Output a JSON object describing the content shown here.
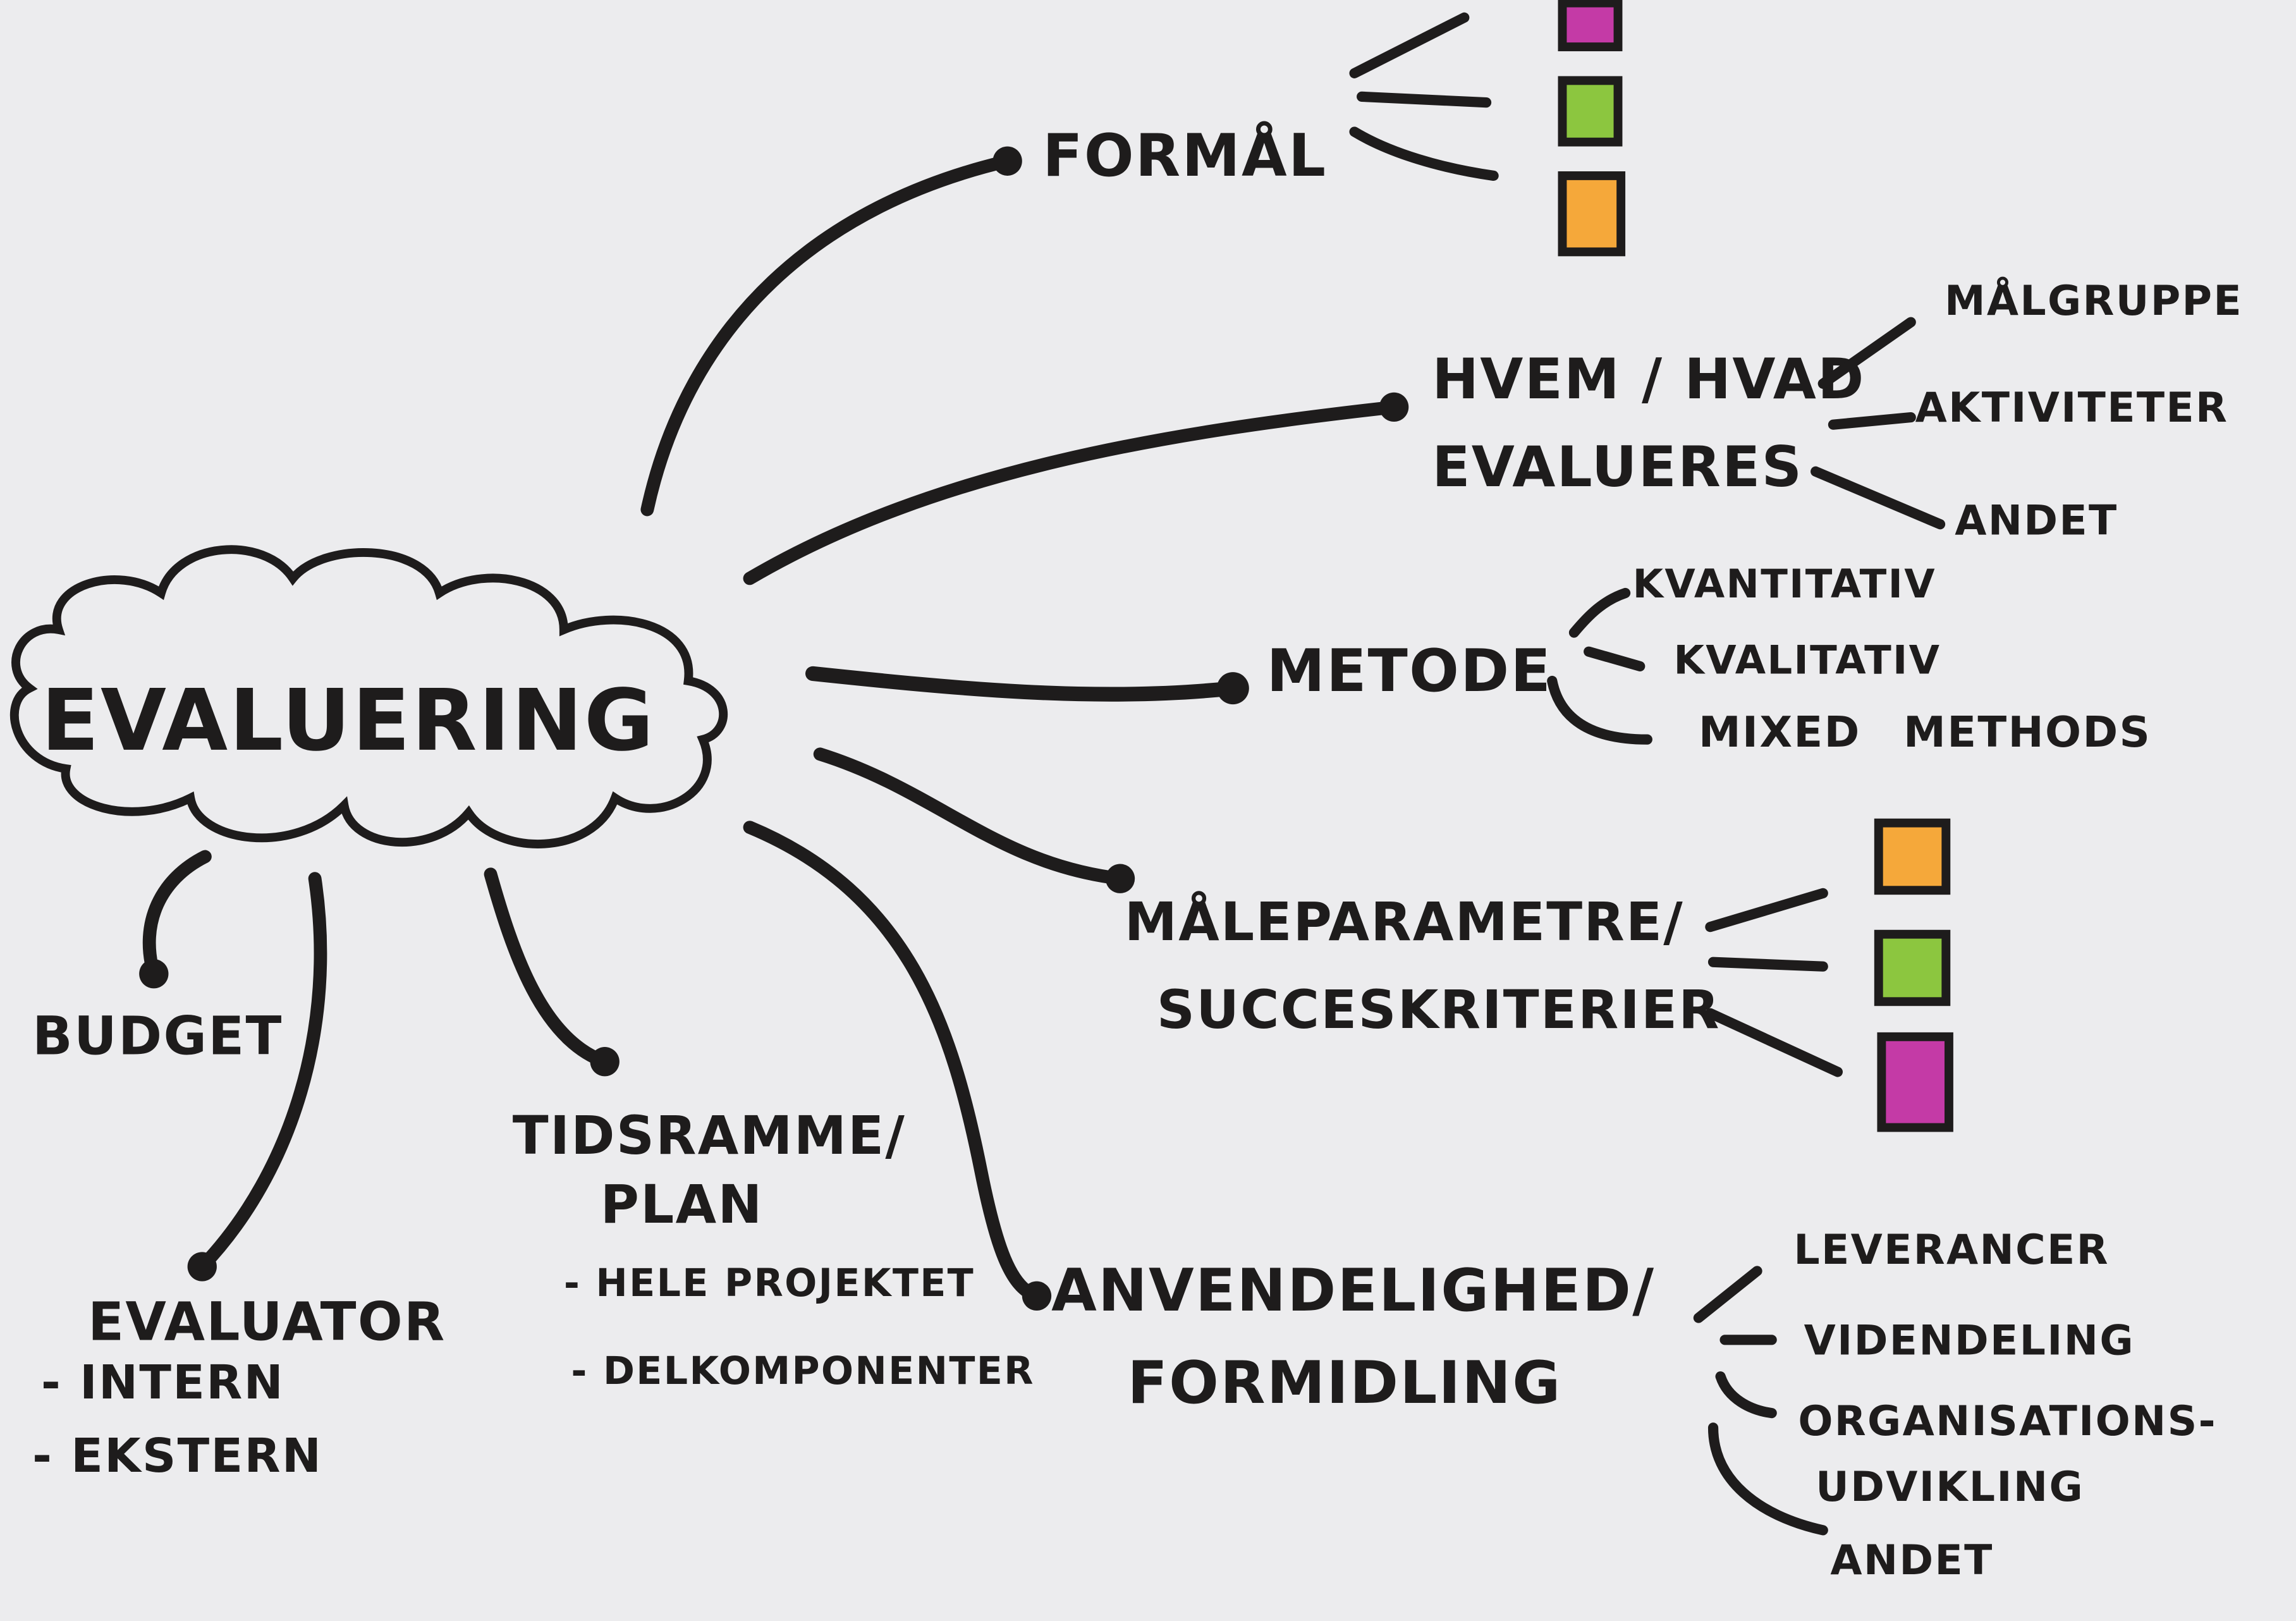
{
  "center": {
    "label": "EVALUERING"
  },
  "branches": {
    "formal": {
      "label": "FORMÅL",
      "squares": [
        "#c43aa6",
        "#8cc63f",
        "#f5a83a"
      ]
    },
    "hvem": {
      "line1": "HVEM / HVAD",
      "line2": "EVALUERES",
      "items": [
        "MÅLGRUPPE",
        "AKTIVITETER",
        "ANDET"
      ]
    },
    "metode": {
      "label": "METODE",
      "items": [
        "KVANTITATIV",
        "KVALITATIV",
        "MIXED METHODS"
      ]
    },
    "maaleparametre": {
      "line1": "MÅLEPARAMETRE/",
      "line2": "SUCCESKRITERIER",
      "squares": [
        "#f5a83a",
        "#8cc63f",
        "#c43aa6"
      ]
    },
    "anvendelighed": {
      "line1": "ANVENDELIGHED/",
      "line2": "FORMIDLING",
      "items": [
        "LEVERANCER",
        "VIDENDELING",
        "ORGANISATIONS-",
        "UDVIKLING",
        "ANDET"
      ]
    },
    "tidsramme": {
      "line1": "TIDSRAMME/",
      "line2": "PLAN",
      "items": [
        "- HELE PROJEKTET",
        "- DELKOMPONENTER"
      ]
    },
    "evaluator": {
      "label": "EVALUATOR",
      "items": [
        "- INTERN",
        "- EKSTERN"
      ]
    },
    "budget": {
      "label": "BUDGET"
    }
  }
}
